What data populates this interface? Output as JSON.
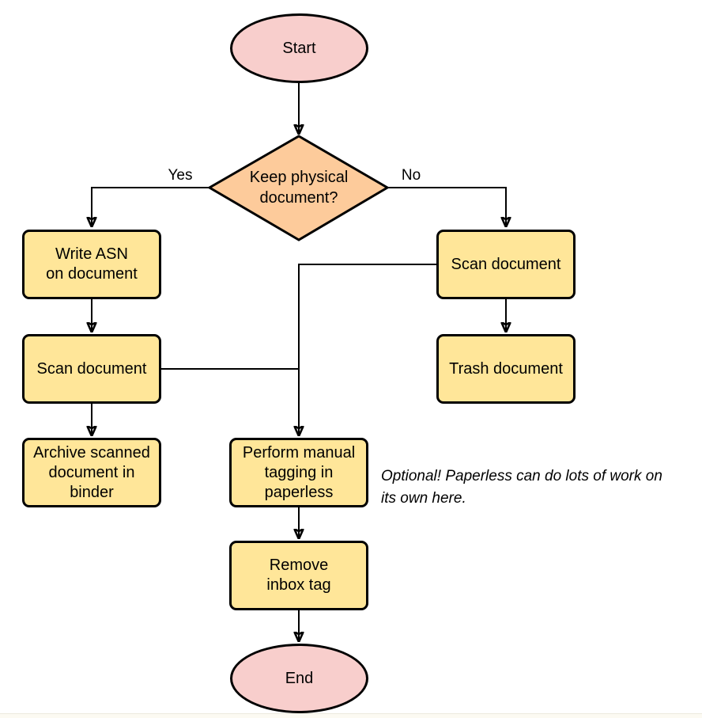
{
  "diagram_type": "flowchart",
  "colors": {
    "terminator_fill": "#F8CECC",
    "decision_fill": "#FDCB9B",
    "process_fill": "#FFE699",
    "shape_stroke": "#000000",
    "connector_stroke": "#000000",
    "text": "#000000",
    "background": "#FFFFFF"
  },
  "nodes": {
    "start": {
      "type": "terminator",
      "label": "Start"
    },
    "decision": {
      "type": "decision",
      "label": "Keep physical\ndocument?"
    },
    "write_asn": {
      "type": "process",
      "label": "Write ASN\non document"
    },
    "scan_document_left": {
      "type": "process",
      "label": "Scan document"
    },
    "archive_binder": {
      "type": "process",
      "label": "Archive scanned\ndocument in\nbinder"
    },
    "scan_document_right": {
      "type": "process",
      "label": "Scan document"
    },
    "trash_document": {
      "type": "process",
      "label": "Trash document"
    },
    "manual_tagging": {
      "type": "process",
      "label": "Perform manual\ntagging in\npaperless"
    },
    "remove_inbox_tag": {
      "type": "process",
      "label": "Remove\ninbox tag"
    },
    "end": {
      "type": "terminator",
      "label": "End"
    }
  },
  "edge_labels": {
    "yes": "Yes",
    "no": "No"
  },
  "edges": [
    {
      "from": "start",
      "to": "decision",
      "label": ""
    },
    {
      "from": "decision",
      "to": "write_asn",
      "label": "Yes"
    },
    {
      "from": "decision",
      "to": "scan_document_right",
      "label": "No"
    },
    {
      "from": "write_asn",
      "to": "scan_document_left",
      "label": ""
    },
    {
      "from": "scan_document_left",
      "to": "archive_binder",
      "label": ""
    },
    {
      "from": "scan_document_left",
      "to": "manual_tagging",
      "label": ""
    },
    {
      "from": "scan_document_right",
      "to": "trash_document",
      "label": ""
    },
    {
      "from": "scan_document_right",
      "to": "manual_tagging",
      "label": ""
    },
    {
      "from": "manual_tagging",
      "to": "remove_inbox_tag",
      "label": ""
    },
    {
      "from": "remove_inbox_tag",
      "to": "end",
      "label": ""
    }
  ],
  "annotation": {
    "text": "Optional! Paperless can do lots of work on\nits own here."
  }
}
